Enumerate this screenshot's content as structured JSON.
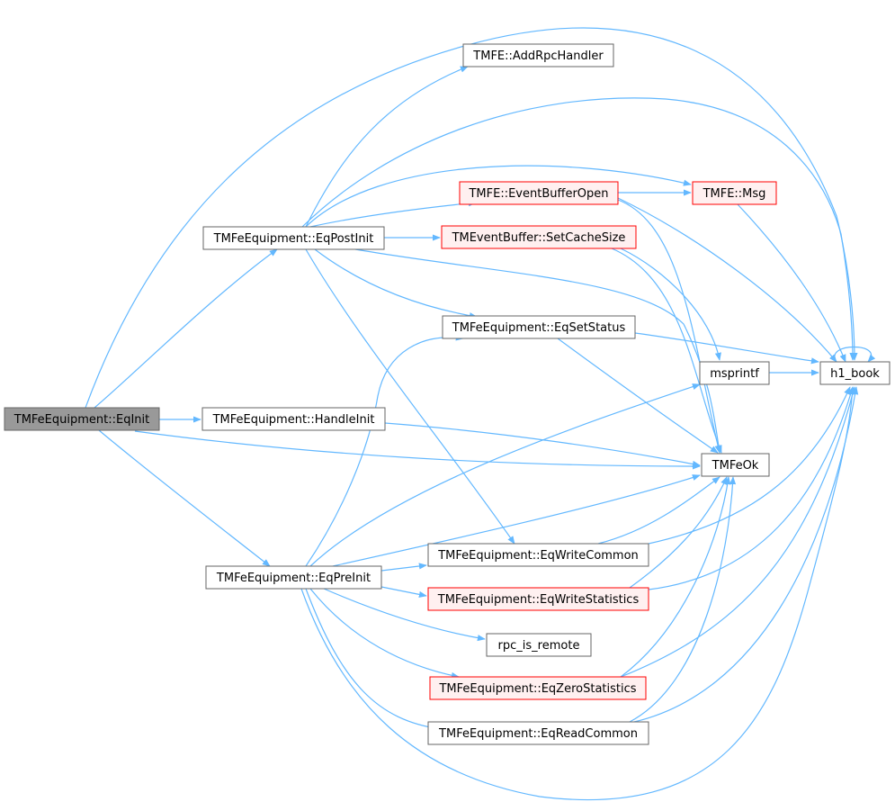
{
  "colors": {
    "edge": "#63b8ff",
    "normal_fill": "#ffffff",
    "normal_stroke": "#666666",
    "root_fill": "#999999",
    "root_stroke": "#666666",
    "red_fill": "#fff0f0",
    "red_stroke": "#ff0000"
  },
  "nodes": [
    {
      "id": "eqinit",
      "label": "TMFeEquipment::EqInit",
      "style": "root"
    },
    {
      "id": "addrpc",
      "label": "TMFE::AddRpcHandler",
      "style": "normal"
    },
    {
      "id": "postinit",
      "label": "TMFeEquipment::EqPostInit",
      "style": "normal"
    },
    {
      "id": "evbufopen",
      "label": "TMFE::EventBufferOpen",
      "style": "red"
    },
    {
      "id": "msg",
      "label": "TMFE::Msg",
      "style": "red"
    },
    {
      "id": "setcache",
      "label": "TMEventBuffer::SetCacheSize",
      "style": "red"
    },
    {
      "id": "setstatus",
      "label": "TMFeEquipment::EqSetStatus",
      "style": "normal"
    },
    {
      "id": "msprintf",
      "label": "msprintf",
      "style": "normal"
    },
    {
      "id": "h1book",
      "label": "h1_book",
      "style": "normal"
    },
    {
      "id": "handleinit",
      "label": "TMFeEquipment::HandleInit",
      "style": "normal"
    },
    {
      "id": "tmfeok",
      "label": "TMFeOk",
      "style": "normal"
    },
    {
      "id": "preinit",
      "label": "TMFeEquipment::EqPreInit",
      "style": "normal"
    },
    {
      "id": "writecommon",
      "label": "TMFeEquipment::EqWriteCommon",
      "style": "normal"
    },
    {
      "id": "writestats",
      "label": "TMFeEquipment::EqWriteStatistics",
      "style": "red"
    },
    {
      "id": "rpcremote",
      "label": "rpc_is_remote",
      "style": "normal"
    },
    {
      "id": "zerostats",
      "label": "TMFeEquipment::EqZeroStatistics",
      "style": "red"
    },
    {
      "id": "readcommon",
      "label": "TMFeEquipment::EqReadCommon",
      "style": "normal"
    }
  ],
  "edges": [
    {
      "from": "eqinit",
      "to": "postinit"
    },
    {
      "from": "eqinit",
      "to": "handleinit"
    },
    {
      "from": "eqinit",
      "to": "preinit"
    },
    {
      "from": "eqinit",
      "to": "tmfeok"
    },
    {
      "from": "eqinit",
      "to": "h1book"
    },
    {
      "from": "postinit",
      "to": "addrpc"
    },
    {
      "from": "postinit",
      "to": "evbufopen"
    },
    {
      "from": "postinit",
      "to": "msg"
    },
    {
      "from": "postinit",
      "to": "setcache"
    },
    {
      "from": "postinit",
      "to": "setstatus"
    },
    {
      "from": "postinit",
      "to": "tmfeok"
    },
    {
      "from": "postinit",
      "to": "h1book"
    },
    {
      "from": "postinit",
      "to": "writecommon"
    },
    {
      "from": "evbufopen",
      "to": "msg"
    },
    {
      "from": "evbufopen",
      "to": "h1book"
    },
    {
      "from": "evbufopen",
      "to": "tmfeok"
    },
    {
      "from": "msg",
      "to": "h1book"
    },
    {
      "from": "setcache",
      "to": "msprintf"
    },
    {
      "from": "setcache",
      "to": "tmfeok"
    },
    {
      "from": "setstatus",
      "to": "h1book"
    },
    {
      "from": "setstatus",
      "to": "tmfeok"
    },
    {
      "from": "msprintf",
      "to": "h1book"
    },
    {
      "from": "h1book",
      "to": "h1book"
    },
    {
      "from": "handleinit",
      "to": "tmfeok"
    },
    {
      "from": "preinit",
      "to": "setstatus"
    },
    {
      "from": "preinit",
      "to": "msprintf"
    },
    {
      "from": "preinit",
      "to": "tmfeok"
    },
    {
      "from": "preinit",
      "to": "writecommon"
    },
    {
      "from": "preinit",
      "to": "writestats"
    },
    {
      "from": "preinit",
      "to": "rpcremote"
    },
    {
      "from": "preinit",
      "to": "zerostats"
    },
    {
      "from": "preinit",
      "to": "readcommon"
    },
    {
      "from": "preinit",
      "to": "h1book"
    },
    {
      "from": "writecommon",
      "to": "tmfeok"
    },
    {
      "from": "writecommon",
      "to": "h1book"
    },
    {
      "from": "writestats",
      "to": "tmfeok"
    },
    {
      "from": "writestats",
      "to": "h1book"
    },
    {
      "from": "zerostats",
      "to": "tmfeok"
    },
    {
      "from": "zerostats",
      "to": "h1book"
    },
    {
      "from": "readcommon",
      "to": "tmfeok"
    },
    {
      "from": "readcommon",
      "to": "h1book"
    }
  ]
}
